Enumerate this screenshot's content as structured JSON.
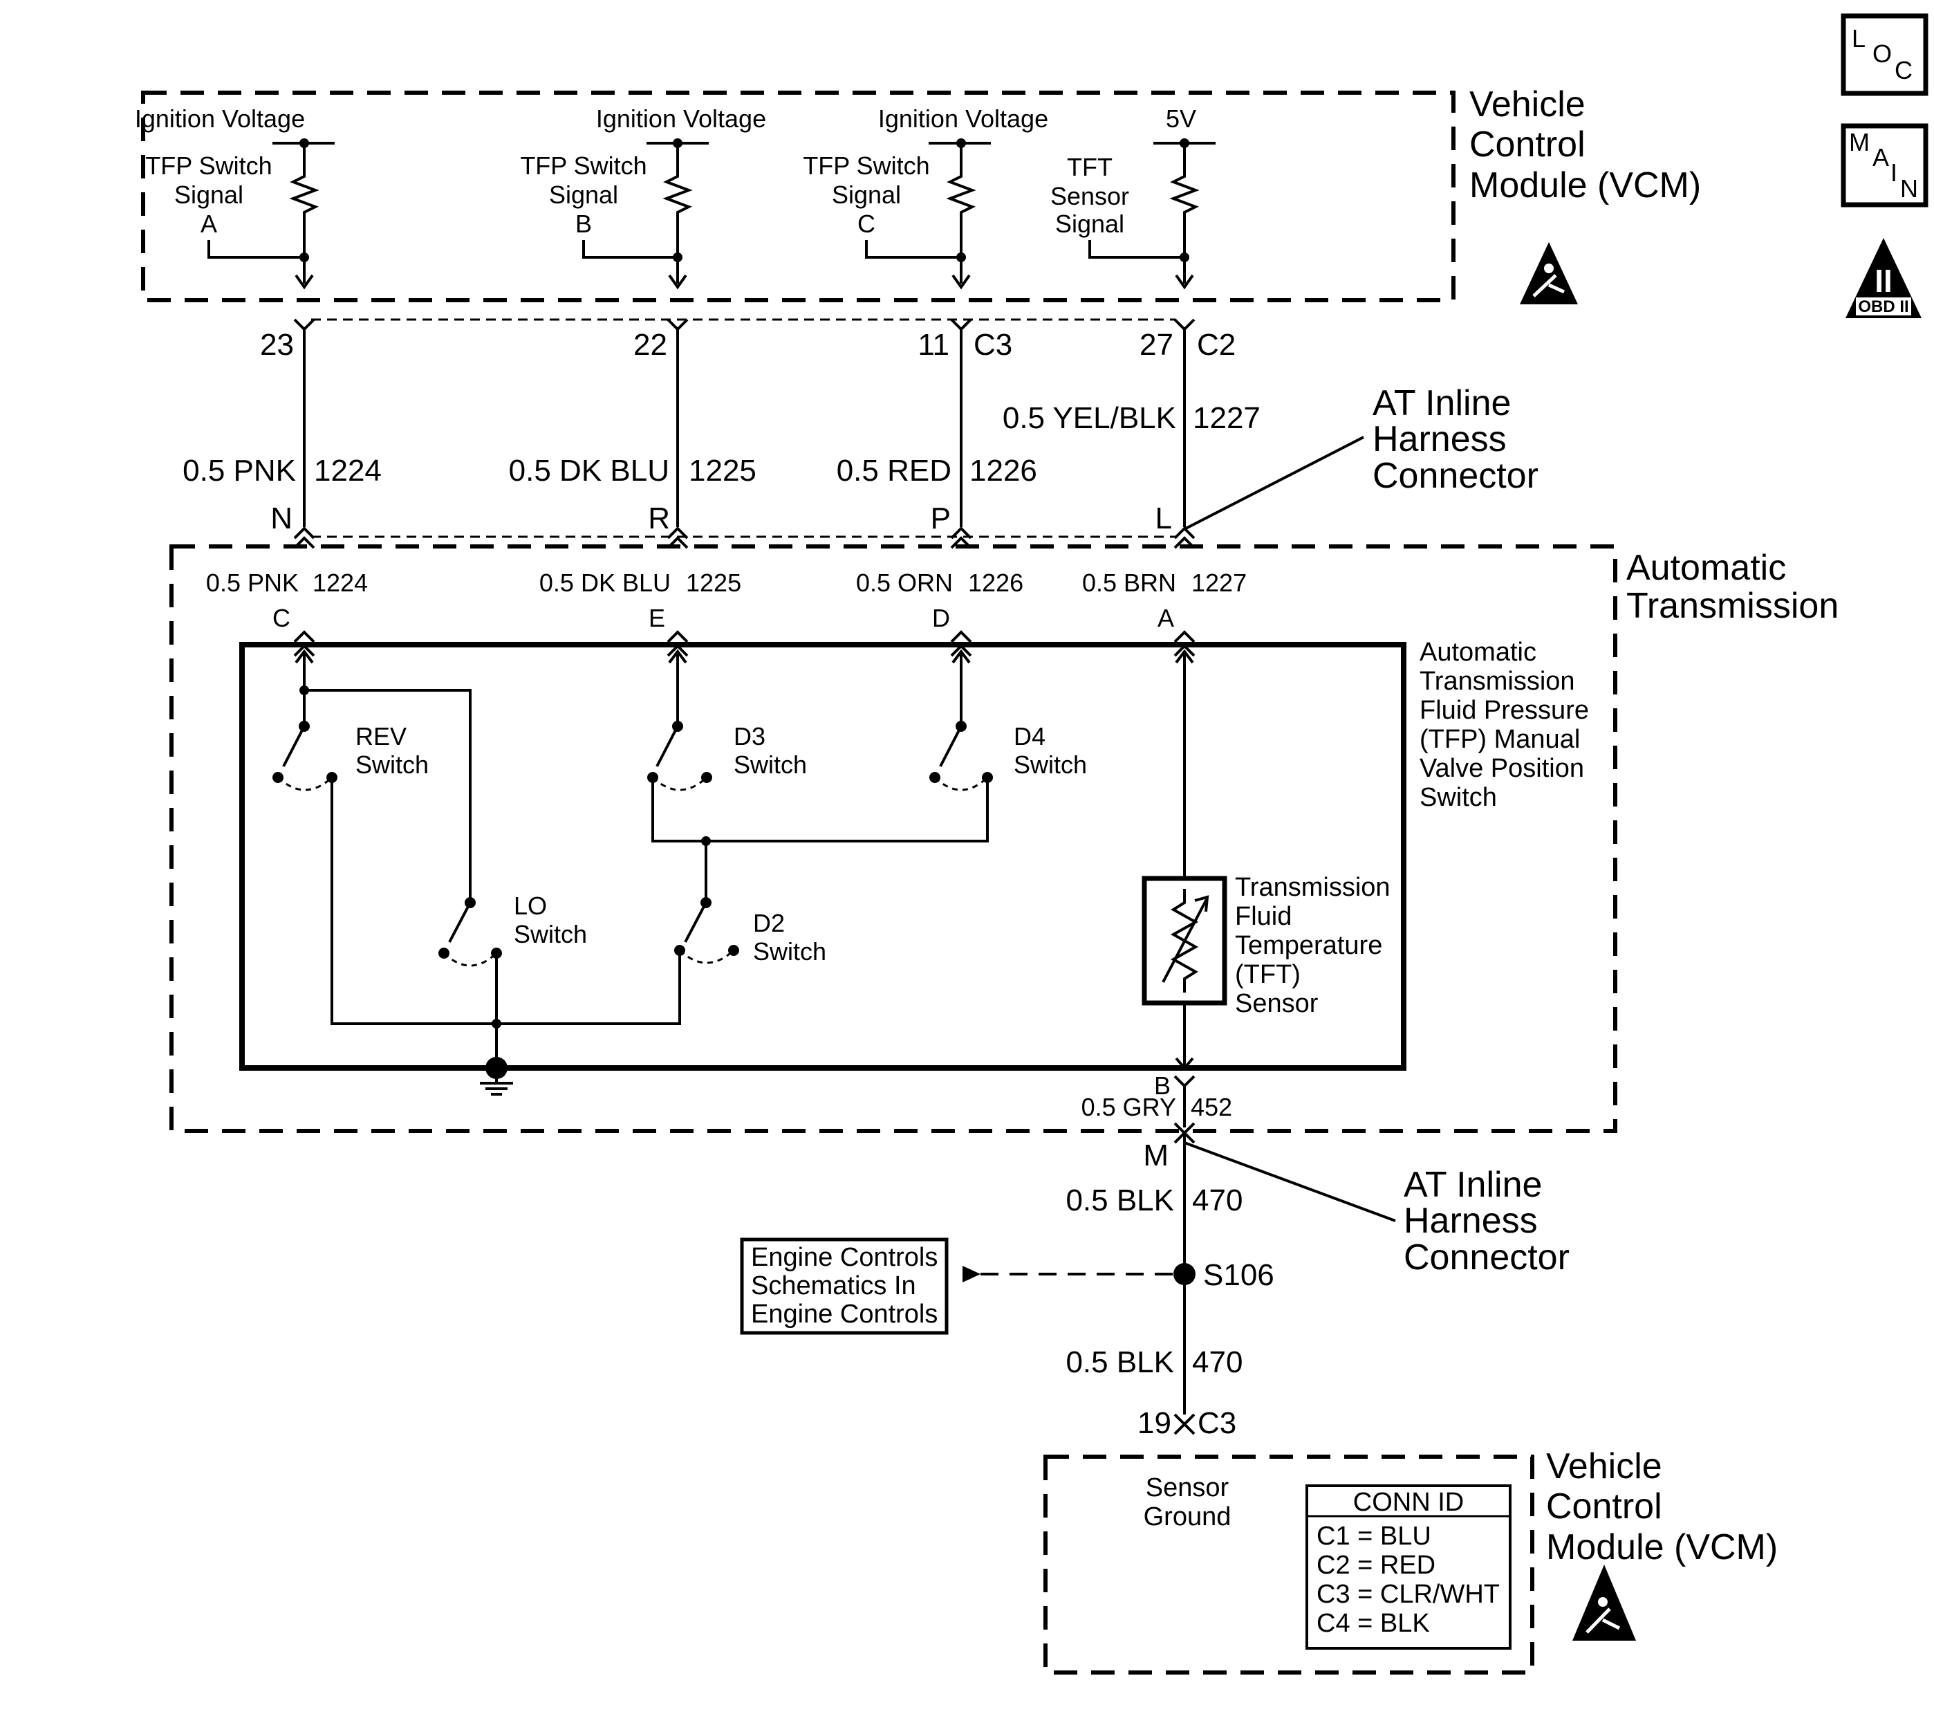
{
  "vcm_top": {
    "title": [
      "Vehicle",
      "Control",
      "Module (VCM)"
    ],
    "circuits": [
      {
        "supply": "Ignition Voltage",
        "signal": [
          "TFP Switch",
          "Signal",
          "A"
        ]
      },
      {
        "supply": "Ignition Voltage",
        "signal": [
          "TFP Switch",
          "Signal",
          "B"
        ]
      },
      {
        "supply": "Ignition Voltage",
        "signal": [
          "TFP Switch",
          "Signal",
          "C"
        ]
      },
      {
        "supply": "5V",
        "signal": [
          "TFT",
          "Sensor",
          "Signal"
        ]
      }
    ]
  },
  "vcm_pins": [
    {
      "pin": "23",
      "conn": ""
    },
    {
      "pin": "22",
      "conn": ""
    },
    {
      "pin": "11",
      "conn": "C3"
    },
    {
      "pin": "27",
      "conn": "C2"
    }
  ],
  "upper_wires": [
    {
      "wire": "0.5 PNK",
      "circuit": "1224"
    },
    {
      "wire": "0.5 DK BLU",
      "circuit": "1225"
    },
    {
      "wire": "0.5 RED",
      "circuit": "1226"
    },
    {
      "wire": "0.5 YEL/BLK",
      "circuit": "1227"
    }
  ],
  "inline_pins": [
    "N",
    "R",
    "P",
    "L"
  ],
  "inline_connector_label": [
    "AT Inline",
    "Harness",
    "Connector"
  ],
  "transmission": {
    "title": [
      "Automatic",
      "Transmission"
    ],
    "wires": [
      {
        "wire": "0.5 PNK",
        "circuit": "1224",
        "pin": "C"
      },
      {
        "wire": "0.5 DK BLU",
        "circuit": "1225",
        "pin": "E"
      },
      {
        "wire": "0.5 ORN",
        "circuit": "1226",
        "pin": "D"
      },
      {
        "wire": "0.5 BRN",
        "circuit": "1227",
        "pin": "A"
      }
    ],
    "switch_assembly": [
      "Automatic",
      "Transmission",
      "Fluid Pressure",
      "(TFP) Manual",
      "Valve Position",
      "Switch"
    ],
    "switches": {
      "rev": [
        "REV",
        "Switch"
      ],
      "d3": [
        "D3",
        "Switch"
      ],
      "d4": [
        "D4",
        "Switch"
      ],
      "lo": [
        "LO",
        "Switch"
      ],
      "d2": [
        "D2",
        "Switch"
      ]
    },
    "tft_sensor": [
      "Transmission",
      "Fluid",
      "Temperature",
      "(TFT)",
      "Sensor"
    ],
    "ground_pin": "B",
    "ground_wire": {
      "wire": "0.5 GRY",
      "circuit": "452"
    }
  },
  "lower_inline_pin": "M",
  "lower_inline_label": [
    "AT Inline",
    "Harness",
    "Connector"
  ],
  "lower_wire_1": {
    "wire": "0.5 BLK",
    "circuit": "470"
  },
  "splice": "S106",
  "engine_ref": [
    "Engine Controls",
    "Schematics In",
    "Engine Controls"
  ],
  "lower_wire_2": {
    "wire": "0.5 BLK",
    "circuit": "470"
  },
  "vcm_bottom_pin": {
    "pin": "19",
    "conn": "C3"
  },
  "vcm_bottom": {
    "title": [
      "Vehicle",
      "Control",
      "Module (VCM)"
    ],
    "sensor_label": [
      "Sensor",
      "Ground"
    ],
    "conn_id": {
      "header": "CONN ID",
      "rows": [
        "C1 = BLU",
        "C2 = RED",
        "C3 = CLR/WHT",
        "C4 = BLK"
      ]
    }
  },
  "icons": {
    "loc": [
      "L",
      "O",
      "C"
    ],
    "main": [
      "M",
      "A",
      "I",
      "N"
    ],
    "obd": [
      "II",
      "OBD II"
    ]
  }
}
